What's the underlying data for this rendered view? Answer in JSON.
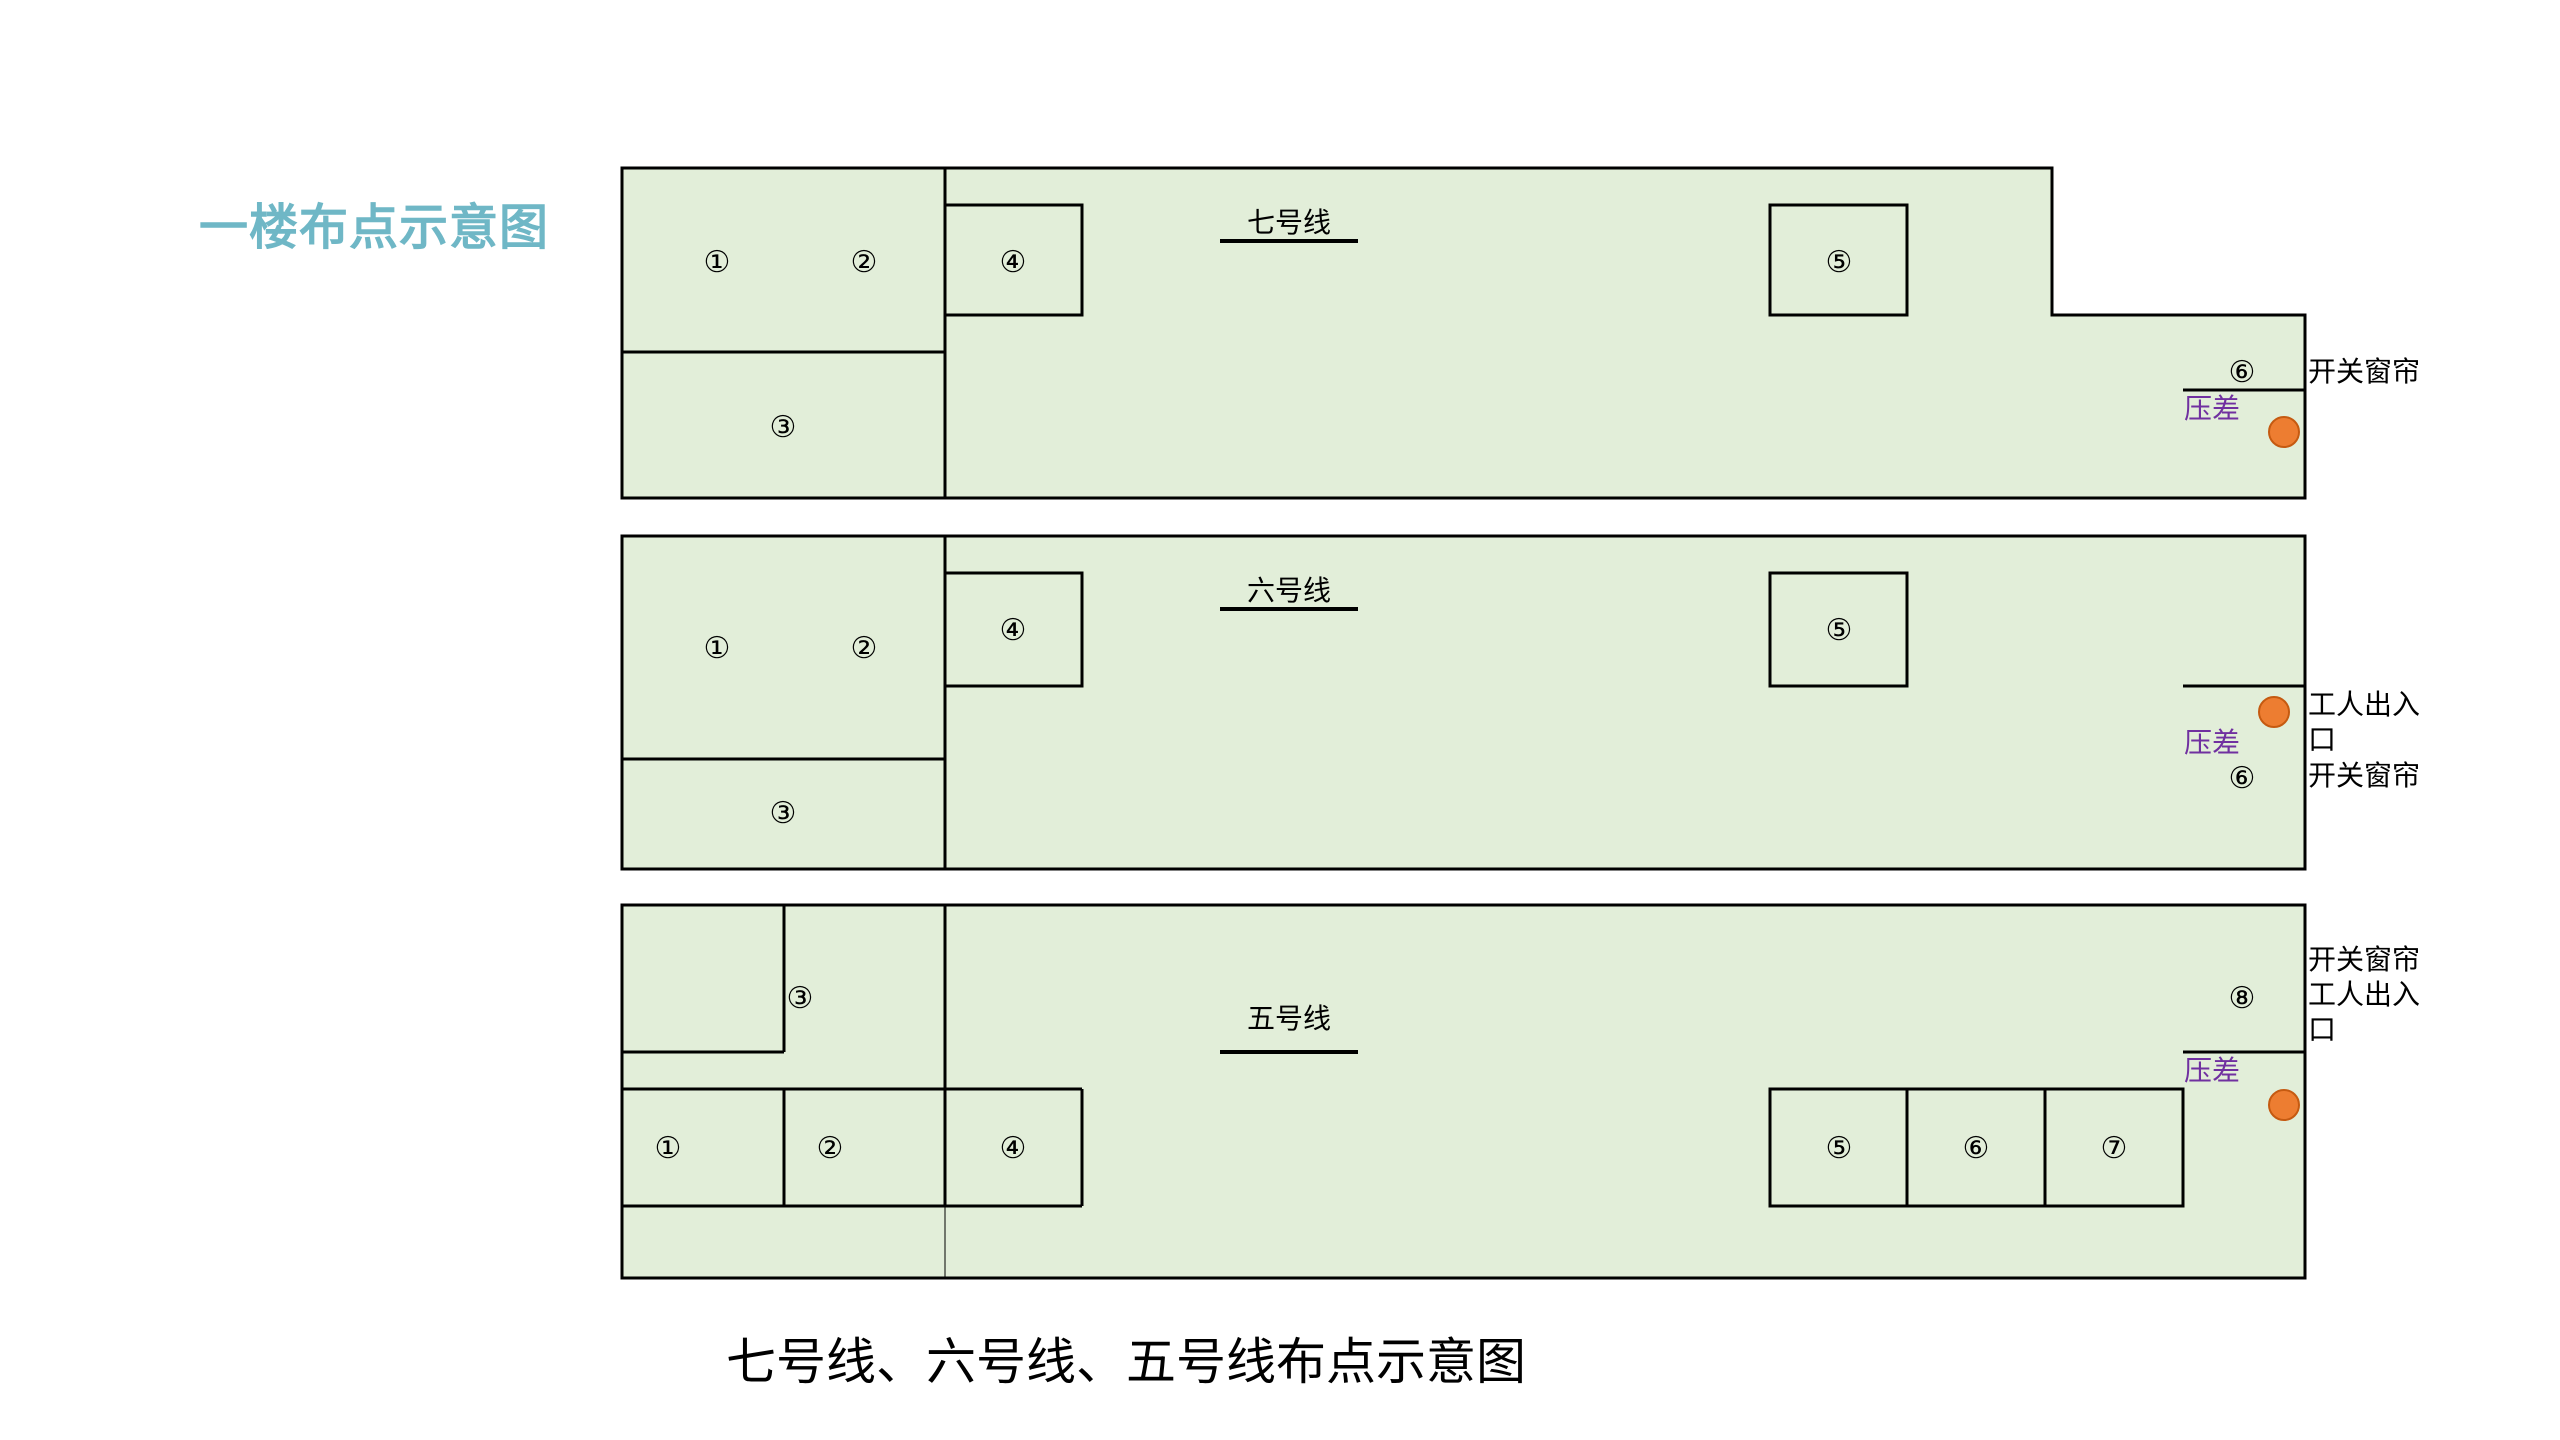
{
  "title": "一楼布点示意图",
  "caption": "七号线、六号线、五号线布点示意图",
  "colors": {
    "floor_fill": "#e2eed9",
    "wall": "#000000",
    "title": "#6fb7c6",
    "pressure_label": "#7030a0",
    "marker_fill": "#ed7d31",
    "marker_stroke": "#c55a11"
  },
  "lines": [
    {
      "name": "七号线",
      "points": [
        "①",
        "②",
        "③",
        "④",
        "⑤",
        "⑥"
      ],
      "pressure_label": "压差",
      "side_labels": [
        "开关窗帘"
      ]
    },
    {
      "name": "六号线",
      "points": [
        "①",
        "②",
        "③",
        "④",
        "⑤",
        "⑥"
      ],
      "pressure_label": "压差",
      "side_labels": [
        "工人出入",
        "口",
        "开关窗帘"
      ]
    },
    {
      "name": "五号线",
      "points": [
        "①",
        "②",
        "③",
        "④",
        "⑤",
        "⑥",
        "⑦",
        "⑧"
      ],
      "pressure_label": "压差",
      "side_labels": [
        "开关窗帘",
        "工人出入",
        "口"
      ]
    }
  ]
}
